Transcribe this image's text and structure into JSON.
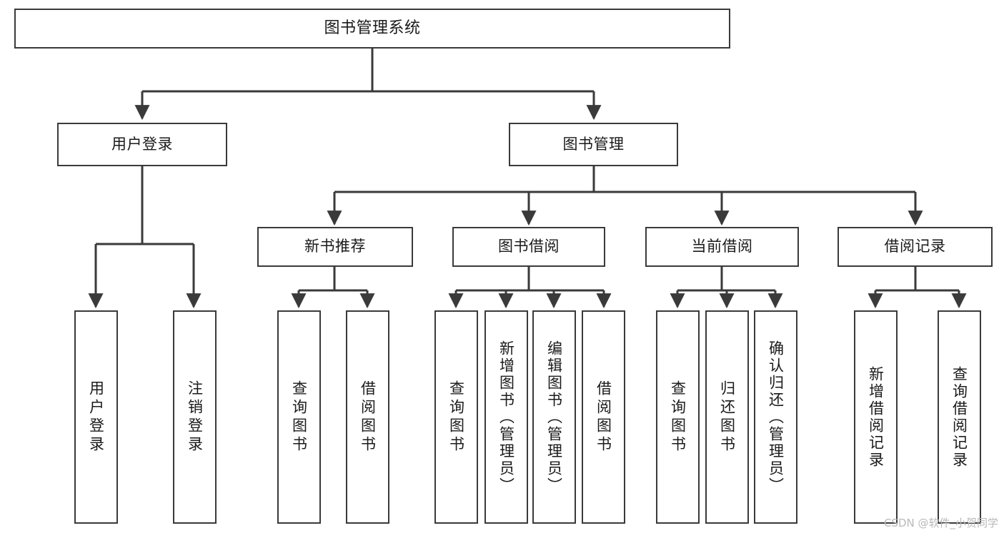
{
  "diagram": {
    "title": "图书管理系统",
    "type": "functional-structure-tree",
    "line_color": "#3a3a3a",
    "box_fill": "#ffffff",
    "text_color": "#1a1a1a"
  },
  "nodes": {
    "root": {
      "label": "图书管理系统"
    },
    "level2": [
      {
        "id": "user-login",
        "label": "用户登录"
      },
      {
        "id": "book-management",
        "label": "图书管理"
      }
    ],
    "level3": [
      {
        "id": "new-book-recommend",
        "label": "新书推荐"
      },
      {
        "id": "book-borrow",
        "label": "图书借阅"
      },
      {
        "id": "current-borrow",
        "label": "当前借阅"
      },
      {
        "id": "borrow-record",
        "label": "借阅记录"
      }
    ],
    "leaves": {
      "user_login": [
        {
          "id": "leaf-user-login",
          "label": "用户登录"
        },
        {
          "id": "leaf-logout",
          "label": "注销登录"
        }
      ],
      "new_book_recommend": [
        {
          "id": "leaf-query-book-1",
          "label": "查询图书"
        },
        {
          "id": "leaf-borrow-book-1",
          "label": "借阅图书"
        }
      ],
      "book_borrow": [
        {
          "id": "leaf-query-book-2",
          "label": "查询图书"
        },
        {
          "id": "leaf-add-book",
          "label": "新增图书（管理员）"
        },
        {
          "id": "leaf-edit-book",
          "label": "编辑图书（管理员）"
        },
        {
          "id": "leaf-borrow-book-2",
          "label": "借阅图书"
        }
      ],
      "current_borrow": [
        {
          "id": "leaf-query-book-3",
          "label": "查询图书"
        },
        {
          "id": "leaf-return-book",
          "label": "归还图书"
        },
        {
          "id": "leaf-confirm-return",
          "label": "确认归还（管理员）"
        }
      ],
      "borrow_record": [
        {
          "id": "leaf-add-record",
          "label": "新增借阅记录"
        },
        {
          "id": "leaf-query-record",
          "label": "查询借阅记录"
        }
      ]
    }
  },
  "watermark": {
    "text": "CSDN @软件_小贺同学"
  }
}
